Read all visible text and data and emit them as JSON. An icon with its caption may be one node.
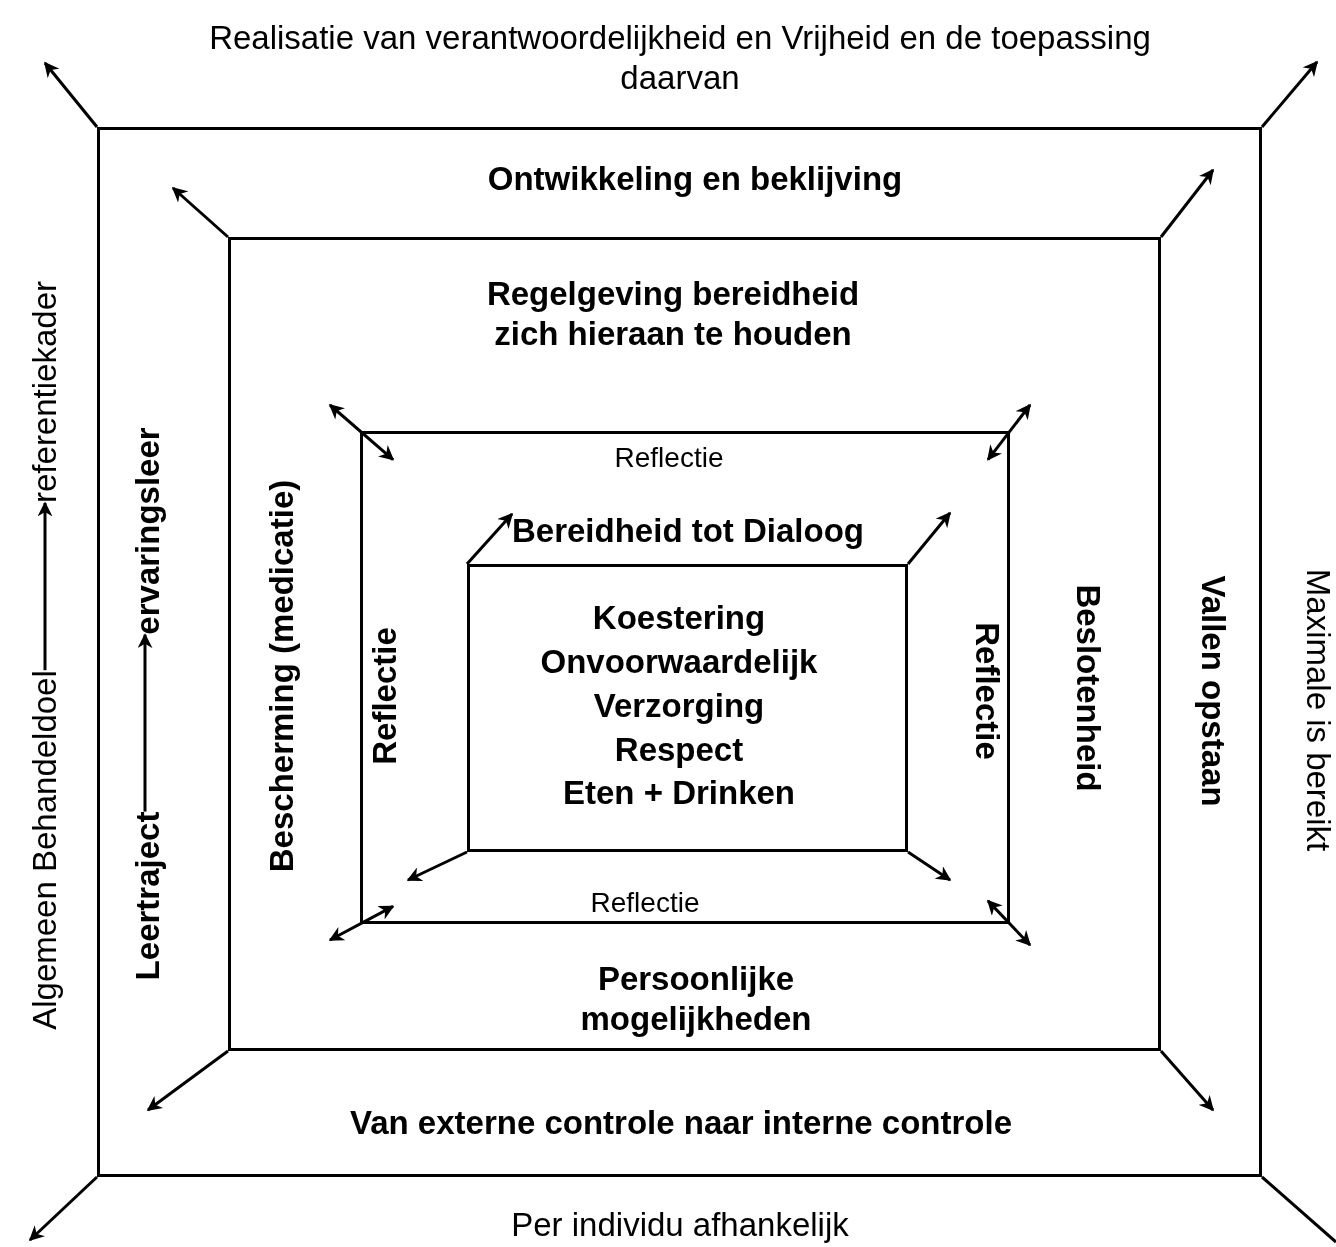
{
  "diagram": {
    "nodes": [
      {
        "text": [
          "Ontwikkeling en beklijving",
          "Vallen opstaan",
          "Van externe controle naar interne controle"
        ]
      },
      {
        "text": [
          "Algemeen Behandeldoel"
        ]
      },
      {
        "text": [
          "referentiekader"
        ]
      },
      {
        "text": [
          "Leertraject"
        ],
        "in": 0
      },
      {
        "text": [
          "ervaringsleer"
        ],
        "in": 0
      },
      {
        "text": [
          "Regelgeving bereidheid zich hieraan te houden",
          "Bescherming (medicatie)",
          "Beslotenheid",
          "Persoonlijke mogelijkheden"
        ],
        "in": 0
      },
      {
        "text": [
          "Reflectie",
          "Reflectie",
          "Reflectie",
          "Reflectie"
        ],
        "in": 5
      },
      {
        "text": [
          "Bereidheid tot Dialoog"
        ],
        "in": 6
      },
      {
        "text": [
          "Koestering",
          "Onvoorwaardelijk",
          "Verzorging",
          "Respect",
          "Eten + Drinken"
        ],
        "in": 6
      }
    ],
    "edges": [
      {
        "from": 1,
        "to": 2,
        "arrow": "to"
      },
      {
        "from": 3,
        "to": 4,
        "arrow": "to"
      },
      {
        "from": 0,
        "to": null,
        "arrow": "to"
      },
      {
        "from": 0,
        "to": null,
        "arrow": "to"
      },
      {
        "from": 0,
        "to": null,
        "arrow": "to"
      },
      {
        "from": 0,
        "to": null,
        "arrow": "none"
      },
      {
        "from": 5,
        "to": null,
        "arrow": "to"
      },
      {
        "from": 5,
        "to": null,
        "arrow": "to"
      },
      {
        "from": 5,
        "to": null,
        "arrow": "to"
      },
      {
        "from": 5,
        "to": null,
        "arrow": "to"
      },
      {
        "from": 6,
        "to": null,
        "arrow": "both"
      },
      {
        "from": 6,
        "to": null,
        "arrow": "both"
      },
      {
        "from": 6,
        "to": null,
        "arrow": "both"
      },
      {
        "from": 6,
        "to": null,
        "arrow": "both"
      },
      {
        "from": 8,
        "to": 7,
        "arrow": "to"
      },
      {
        "from": 8,
        "to": null,
        "arrow": "to"
      },
      {
        "from": 8,
        "to": null,
        "arrow": "to"
      },
      {
        "from": 8,
        "to": null,
        "arrow": "to"
      }
    ],
    "labels": [
      "Realisatie van verantwoordelijkheid en Vrijheid en de toepassing daarvan",
      "Maximale is bereikt",
      "Per individu afhankelijk"
    ]
  }
}
